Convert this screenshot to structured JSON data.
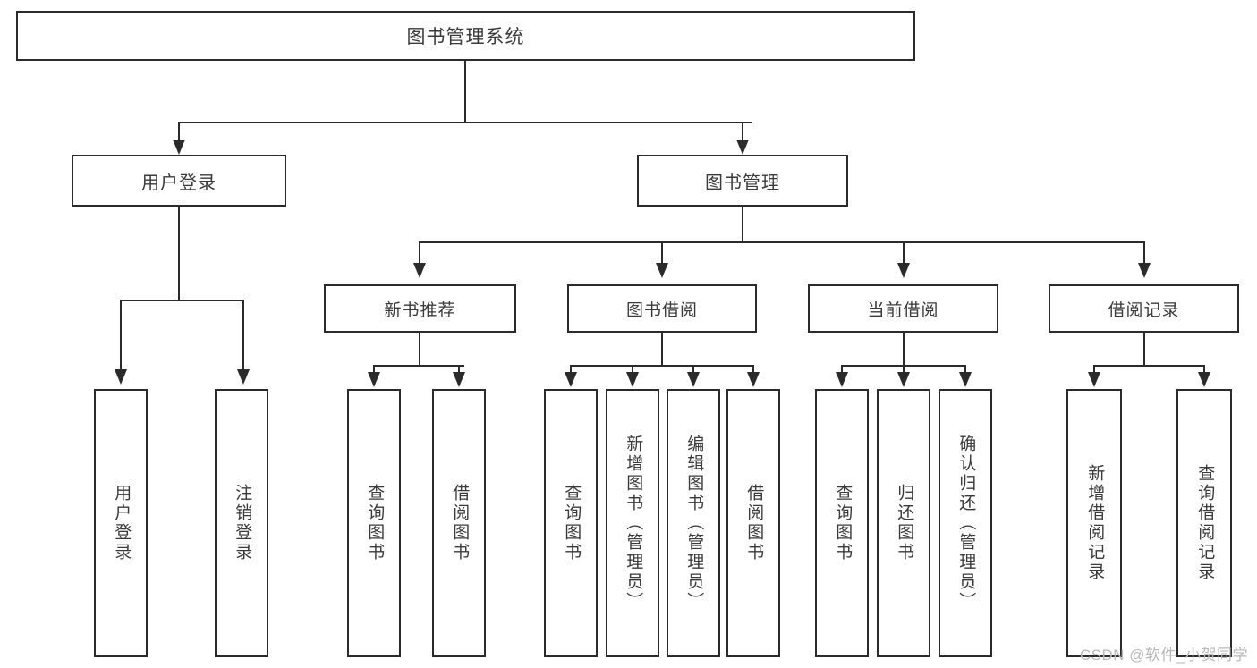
{
  "diagram": {
    "title": "图书管理系统",
    "type": "tree",
    "root": {
      "label": "图书管理系统"
    },
    "level2": [
      {
        "label": "用户登录"
      },
      {
        "label": "图书管理"
      }
    ],
    "level3": [
      {
        "label": "新书推荐"
      },
      {
        "label": "图书借阅"
      },
      {
        "label": "当前借阅"
      },
      {
        "label": "借阅记录"
      }
    ],
    "leaves": {
      "user_login": [
        {
          "label": "用户登录"
        },
        {
          "label": "注销登录"
        }
      ],
      "new_book": [
        {
          "label": "查询图书"
        },
        {
          "label": "借阅图书"
        }
      ],
      "book_borrow": [
        {
          "label": "查询图书"
        },
        {
          "label": "新增图书（管理员）"
        },
        {
          "label": "编辑图书（管理员）"
        },
        {
          "label": "借阅图书"
        }
      ],
      "current_borrow": [
        {
          "label": "查询图书"
        },
        {
          "label": "归还图书"
        },
        {
          "label": "确认归还（管理员）"
        }
      ],
      "borrow_record": [
        {
          "label": "新增借阅记录"
        },
        {
          "label": "查询借阅记录"
        }
      ]
    }
  },
  "watermark": {
    "text": "CSDN @软件_小贺同学"
  },
  "colors": {
    "line": "#2b2b2b",
    "text": "#3a3a3a",
    "background": "#ffffff",
    "watermark": "#b9b9b9"
  }
}
